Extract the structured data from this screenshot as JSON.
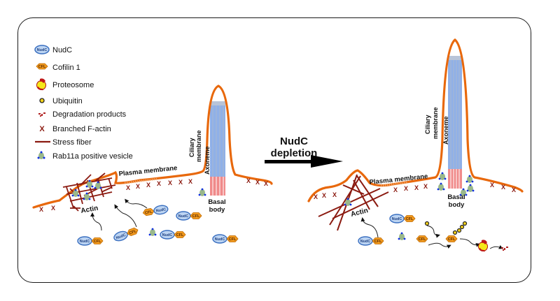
{
  "legend": {
    "items": [
      {
        "icon": "nudc-icon",
        "label": "NudC"
      },
      {
        "icon": "cofilin-icon",
        "label": "Cofilin 1"
      },
      {
        "icon": "proteosome-icon",
        "label": "Proteosome"
      },
      {
        "icon": "ubiquitin-icon",
        "label": "Ubiquitin"
      },
      {
        "icon": "degradation-products-icon",
        "label": "Degradation products"
      },
      {
        "icon": "branched-f-actin-icon",
        "label": "Branched F-actin"
      },
      {
        "icon": "stress-fiber-icon",
        "label": "Stress fiber"
      },
      {
        "icon": "rab11a-vesicle-icon",
        "label": "Rab11a positive vesicle"
      }
    ]
  },
  "molecule_labels": {
    "nudc": "NudC",
    "cofilin": "CFL"
  },
  "left_panel": {
    "plasma_membrane": "Plasma membrane",
    "ciliary_membrane_line1": "Ciliary",
    "ciliary_membrane_line2": "membrane",
    "axoneme": "Axoneme",
    "basal_body_line1": "Basal",
    "basal_body_line2": "body",
    "actin": "Actin"
  },
  "arrow": {
    "line1": "NudC",
    "line2": "depletion"
  },
  "right_panel": {
    "plasma_membrane": "Plasma membrane",
    "ciliary_membrane_line1": "Ciliary",
    "ciliary_membrane_line2": "membrane",
    "axoneme": "Axoneme",
    "basal_body_line1": "Basal",
    "basal_body_line2": "body",
    "actin": "Actin"
  },
  "colors": {
    "membrane": "#e8680c",
    "actin": "#8b1a10",
    "axoneme": "#8fb0e8",
    "basal_body": "#f08a8a",
    "nudc_fill": "#bcd4f2",
    "nudc_stroke": "#3a6fc0",
    "cofilin": "#f29a1e",
    "vesicle": "#9ab88a",
    "vesicle_dot": "#1030e0",
    "ubiquitin": "#f5d21a"
  }
}
